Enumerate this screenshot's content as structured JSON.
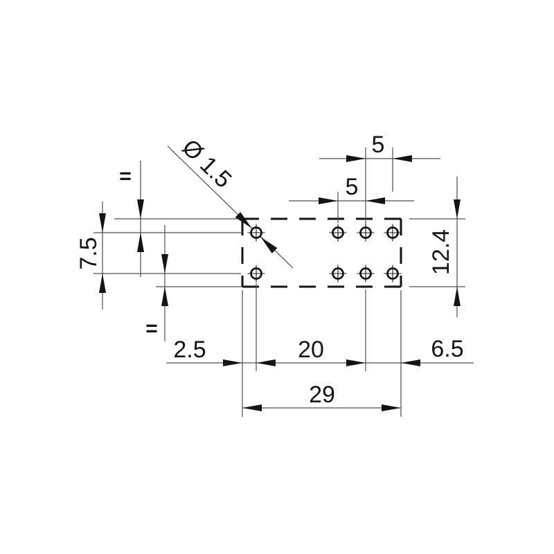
{
  "drawing": {
    "kind": "technical-dimension-drawing",
    "labels": {
      "hole_diameter": "Ø 1.5",
      "pitch_top": "5",
      "pitch_inner": "5",
      "height": "12.4",
      "row_spacing": "7.5",
      "left_offset": "2.5",
      "center_span": "20",
      "right_offset": "6.5",
      "total_width": "29",
      "equal_top": "=",
      "equal_bottom": "="
    }
  }
}
